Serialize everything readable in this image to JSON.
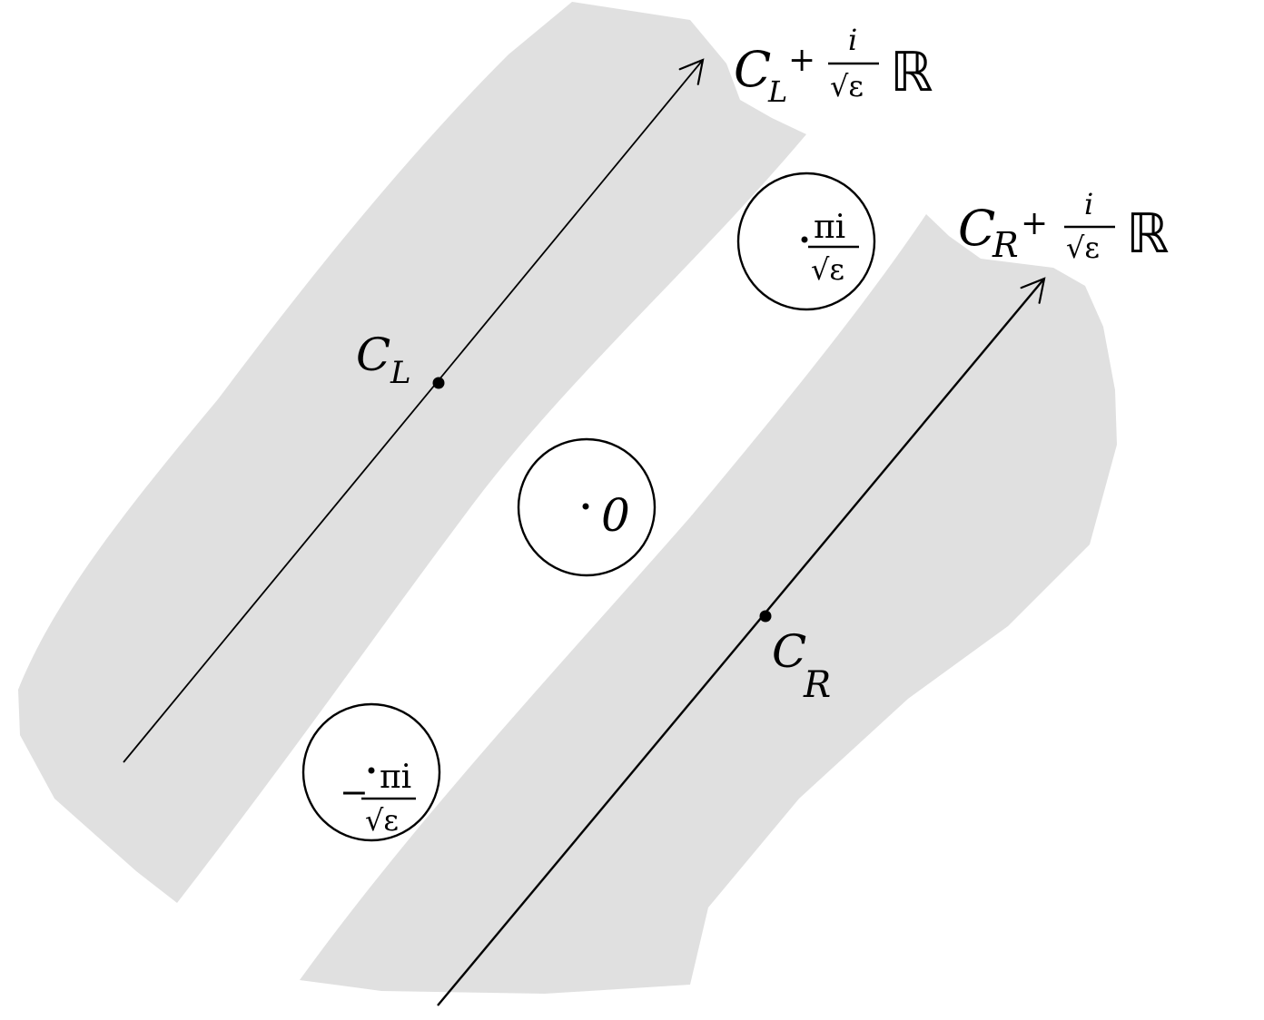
{
  "colors": {
    "band": "#e0e0e0",
    "ink": "#000000",
    "background": "#ffffff"
  },
  "labels": {
    "c_left": {
      "main": "C",
      "sub": "L"
    },
    "c_right": {
      "main": "C",
      "sub": "R"
    },
    "line_left": {
      "base": "C",
      "sub": "L",
      "plus": "+",
      "num": "i",
      "den": "√ε",
      "set": "ℝ"
    },
    "line_right": {
      "base": "C",
      "sub": "R",
      "plus": "+",
      "num": "i",
      "den": "√ε",
      "set": "ℝ"
    },
    "pole_top": {
      "num": "πi",
      "den": "√ε"
    },
    "pole_mid": {
      "value": "0"
    },
    "pole_bottom": {
      "sign": "−",
      "num": "πi",
      "den": "√ε"
    }
  }
}
